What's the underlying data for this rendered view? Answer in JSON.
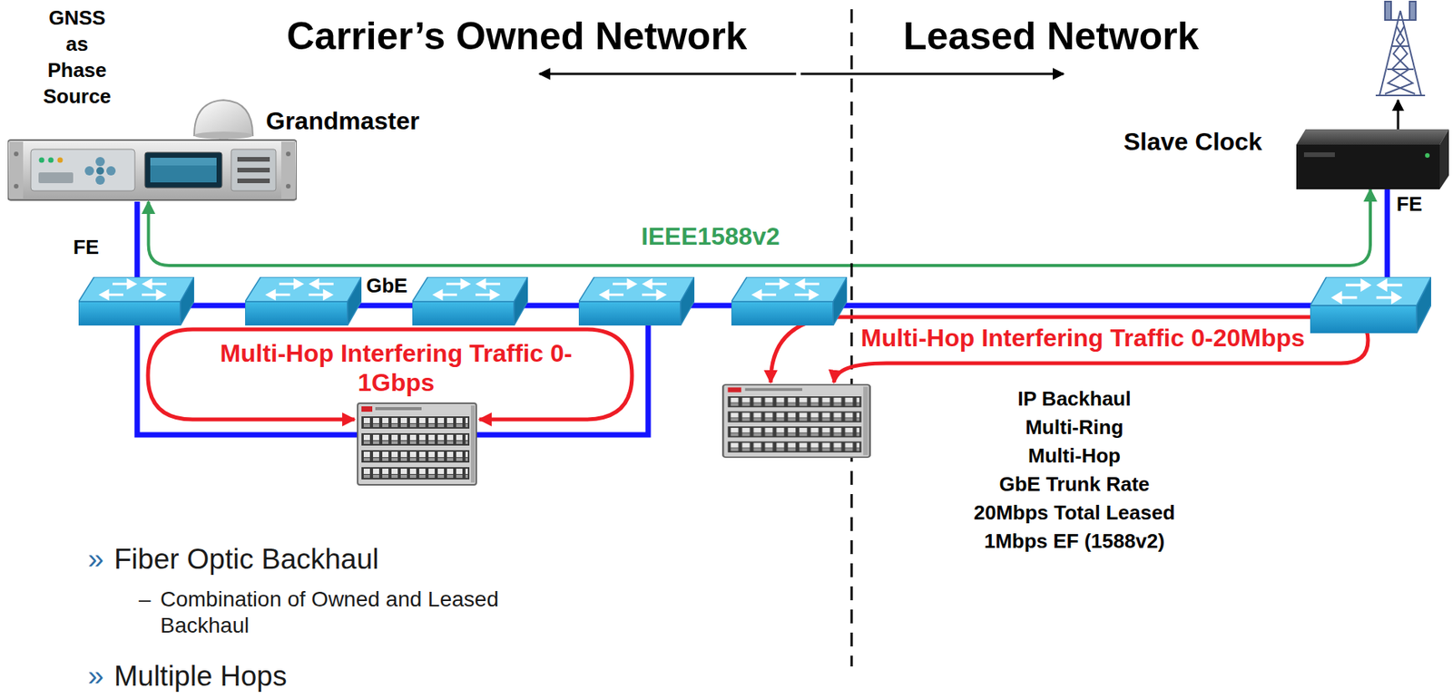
{
  "diagram": {
    "nodes": [
      {
        "text": [
          "Grandmaster"
        ]
      },
      {
        "text": [
          "Slave Clock"
        ]
      },
      {
        "text": [
          "IP Backhaul",
          "Multi-Ring",
          "Multi-Hop",
          "GbE Trunk Rate",
          "20Mbps Total Leased",
          "1Mbps EF (1588v2)"
        ]
      }
    ],
    "edges": [
      {
        "from": 0,
        "to": 1,
        "arrow": "both",
        "label": "IEEE1588v2"
      }
    ],
    "labels": [
      "GNSS as Phase Source",
      "Carrier’s Owned Network",
      "Leased Network",
      "FE",
      "FE",
      "GbE",
      "Multi-Hop Interfering Traffic 0-1Gbps",
      "Multi-Hop Interfering Traffic 0-20Mbps",
      "»",
      "Fiber Optic Backhaul",
      "–",
      "Combination of Owned and Leased Backhaul",
      "»",
      "Multiple Hops"
    ]
  }
}
